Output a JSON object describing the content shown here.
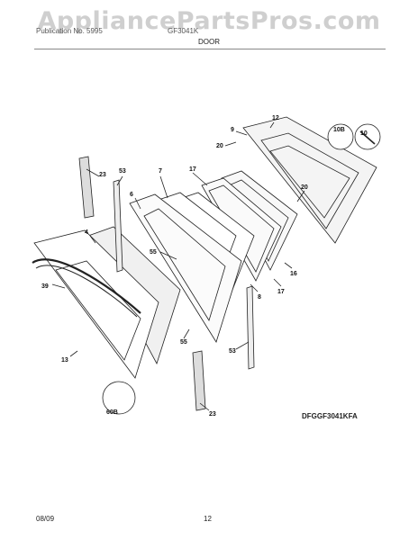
{
  "watermark": "AppliancePartsPros.com",
  "header": {
    "publication_label": "Publication No. 5995",
    "model_label": "GF3041K",
    "section_title": "DOOR"
  },
  "diagram": {
    "code": "DFGGF3041KFA",
    "callouts": [
      "9",
      "12",
      "10B",
      "10",
      "20",
      "23",
      "53",
      "7",
      "17",
      "6",
      "20",
      "4",
      "55",
      "39",
      "8",
      "16",
      "17",
      "55",
      "53",
      "13",
      "60B",
      "23"
    ]
  },
  "footer": {
    "date": "08/09",
    "page": "12"
  }
}
